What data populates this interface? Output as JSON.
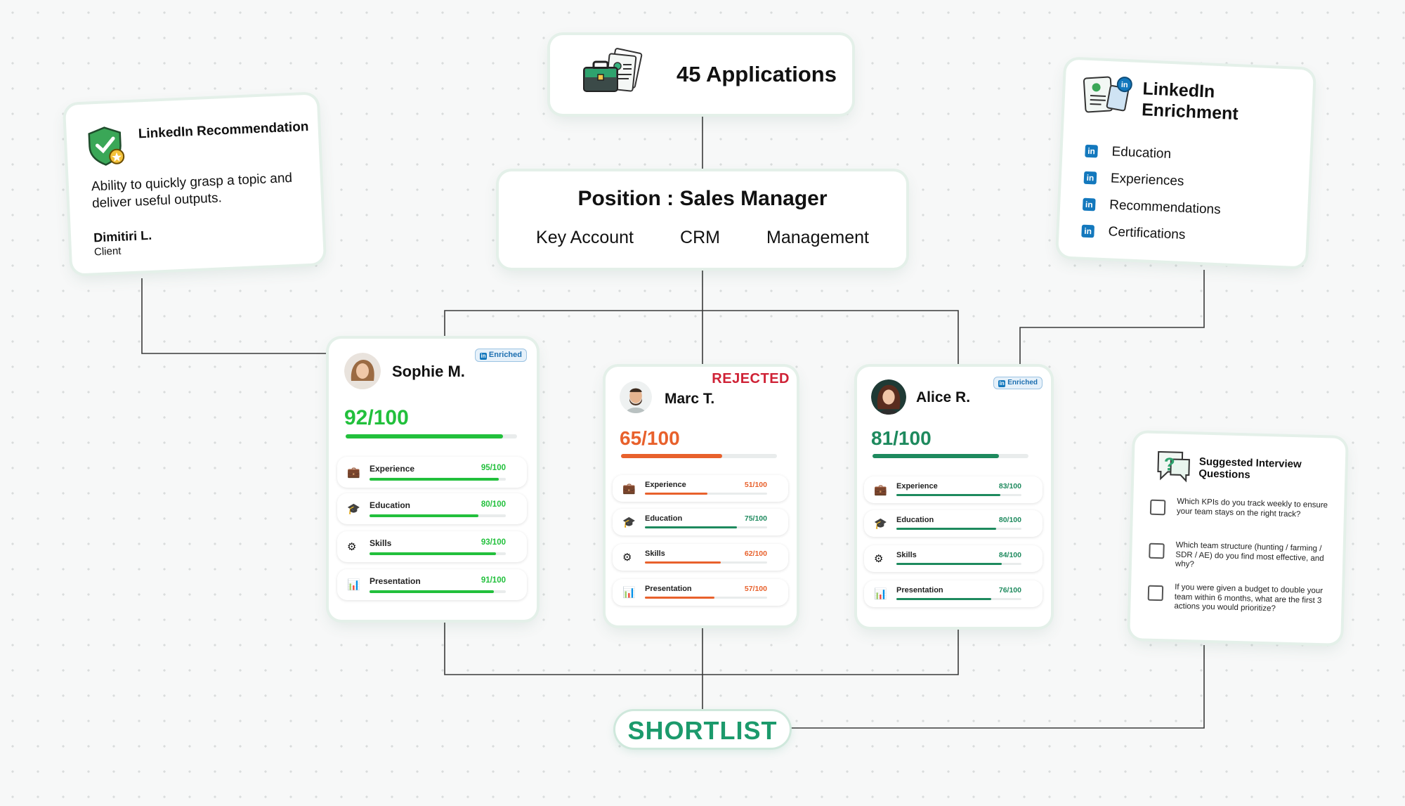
{
  "applications": {
    "label": "45 Applications",
    "icon": "briefcase-documents-icon"
  },
  "position": {
    "title": "Position : Sales Manager",
    "tags": [
      "Key Account",
      "CRM",
      "Management"
    ]
  },
  "linkedin_recommendation": {
    "title": "LinkedIn Recommendation",
    "quote": "Ability to quickly grasp a topic and deliver useful outputs.",
    "author": "Dimitiri L.",
    "role": "Client",
    "icon": "shield-check-icon"
  },
  "linkedin_enrichment": {
    "title": "LinkedIn Enrichment",
    "items": [
      "Education",
      "Experiences",
      "Recommendations",
      "Certifications"
    ],
    "icon": "linkedin-profile-icon"
  },
  "candidates": [
    {
      "name": "Sophie M.",
      "score": "92/100",
      "score_value": 92,
      "color": "#22c03c",
      "badge": "Enriched",
      "status": "",
      "criteria": [
        {
          "label": "Experience",
          "value": "95/100",
          "pct": 95
        },
        {
          "label": "Education",
          "value": "80/100",
          "pct": 80
        },
        {
          "label": "Skills",
          "value": "93/100",
          "pct": 93
        },
        {
          "label": "Presentation",
          "value": "91/100",
          "pct": 91
        }
      ]
    },
    {
      "name": "Marc T.",
      "score": "65/100",
      "score_value": 65,
      "color": "#e8612c",
      "badge": "",
      "status": "REJECTED",
      "criteria": [
        {
          "label": "Experience",
          "value": "51/100",
          "pct": 51
        },
        {
          "label": "Education",
          "value": "75/100",
          "pct": 75
        },
        {
          "label": "Skills",
          "value": "62/100",
          "pct": 62
        },
        {
          "label": "Presentation",
          "value": "57/100",
          "pct": 57
        }
      ]
    },
    {
      "name": "Alice R.",
      "score": "81/100",
      "score_value": 81,
      "color": "#1e8a5e",
      "badge": "Enriched",
      "status": "",
      "criteria": [
        {
          "label": "Experience",
          "value": "83/100",
          "pct": 83
        },
        {
          "label": "Education",
          "value": "80/100",
          "pct": 80
        },
        {
          "label": "Skills",
          "value": "84/100",
          "pct": 84
        },
        {
          "label": "Presentation",
          "value": "76/100",
          "pct": 76
        }
      ]
    }
  ],
  "criteria_icons": [
    "briefcase-icon",
    "graduation-cap-icon",
    "gears-icon",
    "presentation-icon"
  ],
  "interview_questions": {
    "title": "Suggested Interview Questions",
    "icon": "question-bubble-icon",
    "questions": [
      "Which KPIs do you track weekly to ensure your team stays on the right track?",
      "Which team structure (hunting / farming / SDR / AE) do you find most effective, and why?",
      "If you were given a budget to double your team within 6 months, what are the first 3 actions you would prioritize?"
    ]
  },
  "shortlist": {
    "label": "SHORTLIST",
    "color": "#1c9a6c"
  }
}
